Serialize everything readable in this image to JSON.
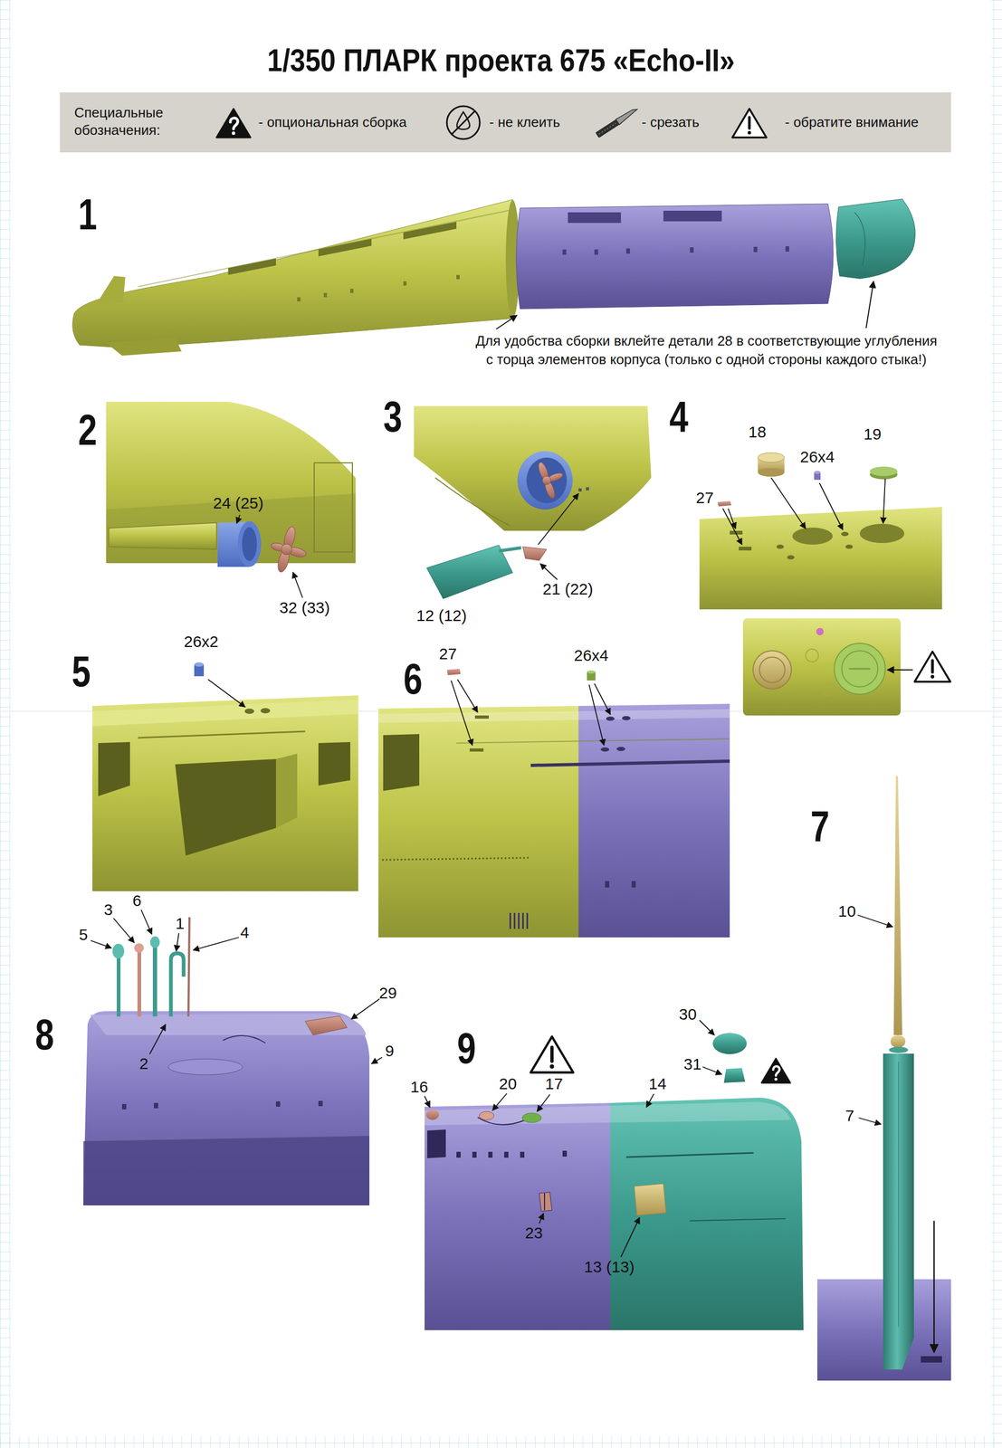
{
  "diagram": {
    "title": "1/350 ПЛАРК проекта 675 «Echo-II»",
    "labels": [
      "Специальные обозначения:",
      "1",
      "Для удобства сборки вклейте детали 28 в соответствующие углубления с торца элементов корпуса (только с одной стороны каждого стыка!)",
      "2",
      "24 (25)",
      "32 (33)",
      "3",
      "21 (22)",
      "12 (12)",
      "4",
      "18",
      "26x4",
      "19",
      "27",
      "5",
      "26x2",
      "6",
      "27",
      "26x4",
      "7",
      "10",
      "7",
      "8",
      "5",
      "3",
      "6",
      "1",
      "4",
      "2",
      "29",
      "9",
      "9",
      "30",
      "31",
      "16",
      "20",
      "17",
      "14",
      "23",
      "13 (13)"
    ],
    "legend": [
      {
        "text": "- опциональная сборка"
      },
      {
        "text": "- не клеить"
      },
      {
        "text": "- срезать"
      },
      {
        "text": "- обратите внимание"
      }
    ]
  }
}
